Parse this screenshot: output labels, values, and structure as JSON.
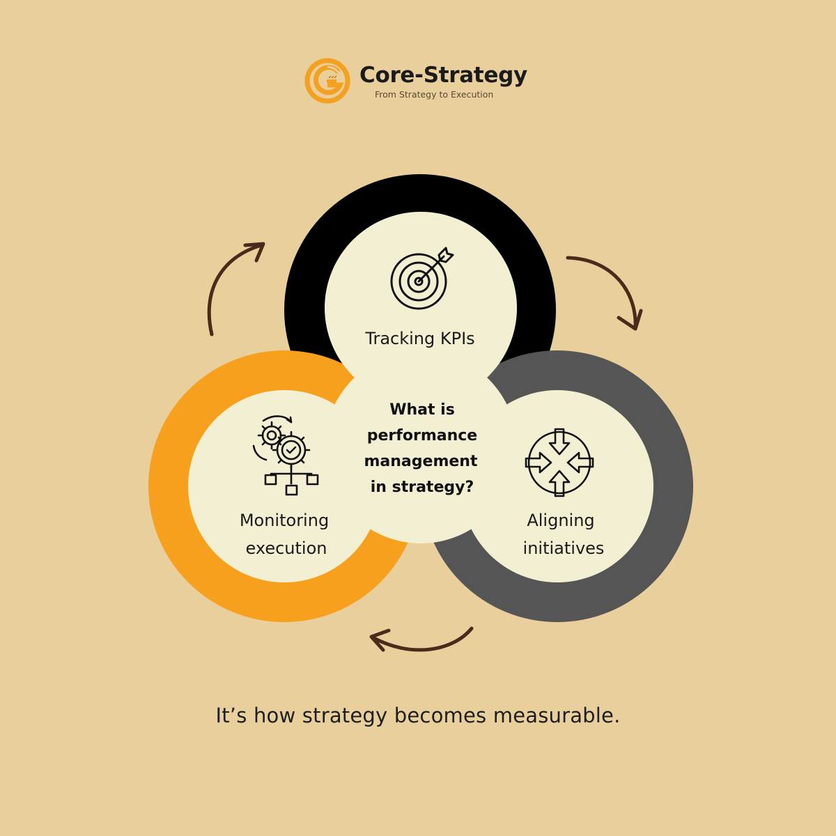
{
  "brand": {
    "name": "Core-Strategy",
    "tagline": "From Strategy to Execution",
    "logo_icon": "core-strategy-logo-icon"
  },
  "colors": {
    "background": "#e9cf9b",
    "ring_top": "#000000",
    "ring_left": "#f6a01d",
    "ring_right": "#555555",
    "inner_fill": "#f2efd3",
    "arrow": "#4a2a1a",
    "brand_orange": "#f4a020"
  },
  "center": {
    "question_lines": [
      "What is",
      "performance",
      "management",
      "in strategy?"
    ]
  },
  "nodes": {
    "top": {
      "label": "Tracking KPIs",
      "icon": "target-icon"
    },
    "left": {
      "label_lines": [
        "Monitoring",
        "execution"
      ],
      "icon": "gears-process-icon"
    },
    "right": {
      "label_lines": [
        "Aligning",
        "initiatives"
      ],
      "icon": "converging-arrows-icon"
    }
  },
  "caption": "It’s how strategy becomes measurable."
}
